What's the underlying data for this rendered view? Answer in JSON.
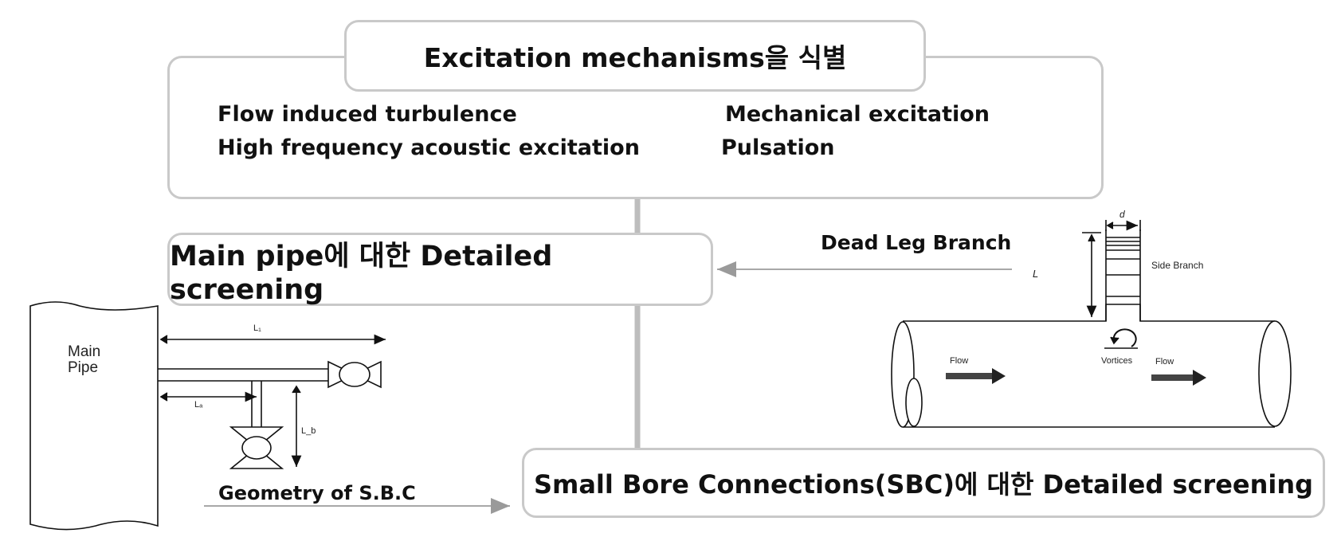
{
  "title": "Excitation mechanisms을 식별",
  "mechanisms": {
    "left": [
      "Flow induced turbulence",
      "High frequency acoustic excitation"
    ],
    "right": [
      "Mechanical excitation",
      "Pulsation"
    ]
  },
  "main_pipe_screening": "Main pipe에 대한 Detailed screening",
  "sbc_screening": "Small Bore Connections(SBC)에 대한 Detailed screening",
  "dead_leg_label": "Dead Leg Branch",
  "geometry_label": "Geometry of S.B.C",
  "sbc_figure": {
    "main_pipe": "Main\nPipe",
    "l1": "L₁",
    "la": "Lₐ",
    "lb": "L_b"
  },
  "branch_figure": {
    "d": "d",
    "L": "L",
    "side_branch": "Side Branch",
    "flow": "Flow",
    "vortices": "Vortices"
  },
  "colors": {
    "connector": "#bdbdbd",
    "box_border": "#c9c9c9",
    "text": "#111111"
  }
}
